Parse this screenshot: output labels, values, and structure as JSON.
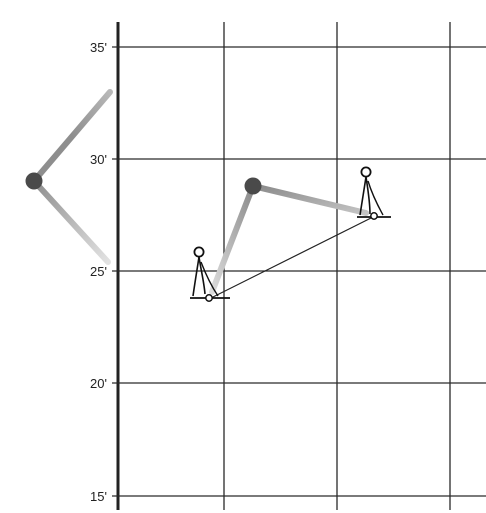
{
  "diagram": {
    "y_axis_labels": [
      "35'",
      "30'",
      "25'",
      "20'",
      "15'"
    ],
    "colors": {
      "grid": "#2a2a2a",
      "node": "#4a4a4a",
      "arm_dark": "#9a9a9a",
      "arm_light": "#d6d6d6",
      "marker": "#111111",
      "connector": "#222222"
    },
    "icons": [
      "pivot-node-left",
      "pivot-node-center",
      "cone-marker-left",
      "cone-marker-right"
    ]
  }
}
